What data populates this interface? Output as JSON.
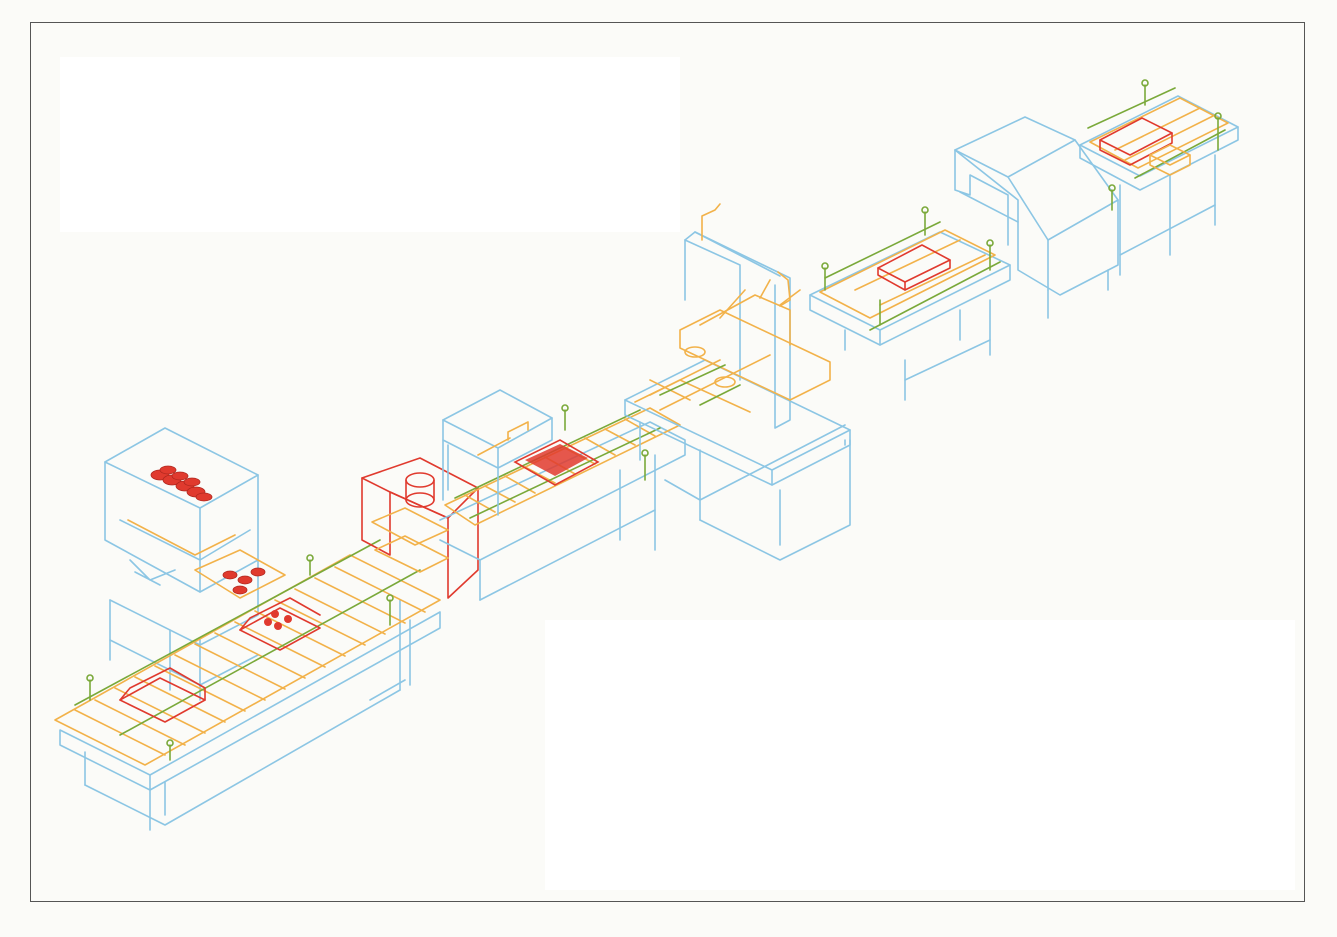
{
  "diagram": {
    "type": "isometric production line drawing",
    "colors": {
      "frame": "#8cc6e4",
      "conveyor": "#f2b24a",
      "guide": "#7aa93a",
      "product": "#e03a2e",
      "border": "#555555"
    },
    "stations": [
      {
        "id": "hopper",
        "icon": "hopper-icon"
      },
      {
        "id": "roller-conveyor-1",
        "icon": "roller-conveyor-icon"
      },
      {
        "id": "press",
        "icon": "press-icon"
      },
      {
        "id": "roller-conveyor-2",
        "icon": "roller-conveyor-icon"
      },
      {
        "id": "cabinet",
        "icon": "cabinet-icon"
      },
      {
        "id": "gantry-folder",
        "icon": "gantry-icon"
      },
      {
        "id": "belt-conveyor",
        "icon": "belt-conveyor-icon"
      },
      {
        "id": "tunnel",
        "icon": "tunnel-icon"
      },
      {
        "id": "outfeed-conveyor",
        "icon": "outfeed-conveyor-icon"
      }
    ]
  }
}
